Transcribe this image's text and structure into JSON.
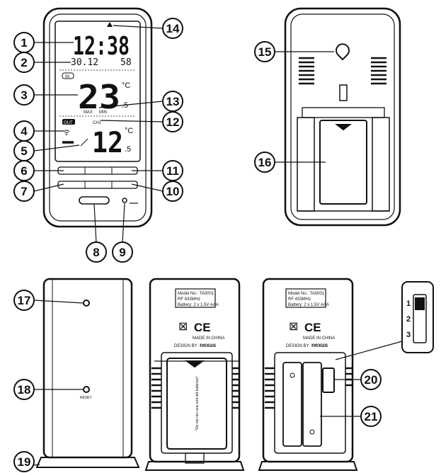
{
  "display": {
    "time": "12:38",
    "date": "30.12",
    "seconds": "58",
    "in_tag": "IN",
    "indoor_temp": "23",
    "indoor_decimal": ".5",
    "celsius": "°C",
    "max_label": "MAX",
    "min_label": "MIN",
    "out_tag": "OUT",
    "channel_label": "CH1",
    "outdoor_temp": "12",
    "outdoor_decimal": ".5"
  },
  "labels": {
    "model_line1": "Model No.: TA0001",
    "model_line2": "RF 433MHz",
    "model_line3": "Battery: 2 x 1.5V AAA",
    "made_in": "MADE IN CHINA",
    "design_by": "DESIGN BY",
    "brand": "nexus",
    "ce_mark": "CE",
    "reset": "RESET",
    "battery_note": "*Do not mix new and old batteries*",
    "slot1": "1",
    "slot2": "2",
    "slot3": "3"
  },
  "callouts": [
    "1",
    "2",
    "3",
    "4",
    "5",
    "6",
    "7",
    "8",
    "9",
    "10",
    "11",
    "12",
    "13",
    "14",
    "15",
    "16",
    "17",
    "18",
    "19",
    "20",
    "21"
  ]
}
